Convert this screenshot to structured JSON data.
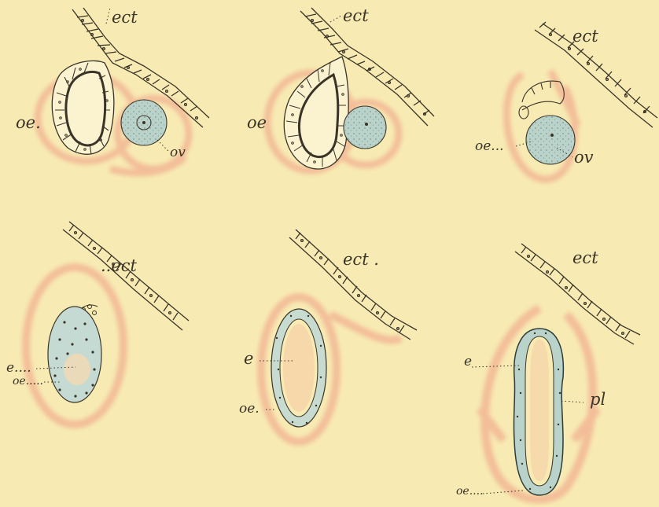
{
  "colors": {
    "paper": "#f7ebb3",
    "ink": "#3a3428",
    "halo": "#f2b694",
    "blue_cell": "#b9d3cb",
    "blue_wall": "#c7dbd0"
  },
  "figures": [
    {
      "labels": {
        "ect": "ect",
        "oe": "oe.",
        "ov": "ov"
      }
    },
    {
      "labels": {
        "ect": "ect",
        "oe": "oe"
      }
    },
    {
      "labels": {
        "ect": "ect",
        "oe": "oe...",
        "ov": "ov"
      }
    },
    {
      "labels": {
        "ect": "..ect",
        "e": "e....",
        "oe": "oe....."
      }
    },
    {
      "labels": {
        "ect": "ect .",
        "e": "e",
        "oe": "oe."
      }
    },
    {
      "labels": {
        "ect": "ect",
        "e": "e",
        "pl": "pl",
        "oe": "oe...."
      }
    }
  ]
}
